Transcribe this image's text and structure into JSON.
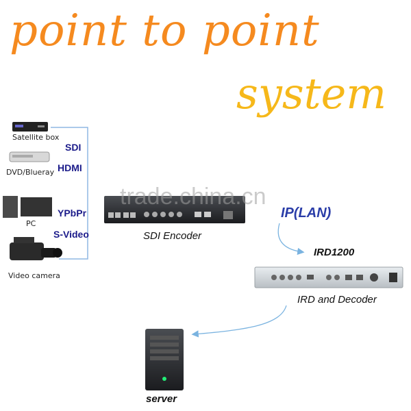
{
  "title": {
    "line1": "point to point",
    "line2": "system"
  },
  "sources": {
    "satellite": "Satellite box",
    "dvd": "DVD/Blueray",
    "pc": "PC",
    "camera": "Video camera"
  },
  "signals": [
    "SDI",
    "HDMI",
    "YPbPr",
    "S-Video"
  ],
  "devices": {
    "encoder": "SDI Encoder",
    "ird_model": "IRD1200",
    "ird": "IRD and Decoder",
    "server": "server"
  },
  "network": "IP(LAN)",
  "watermark": "trade.china.cn",
  "colors": {
    "title1": "#f58a1f",
    "title2": "#f6b81a",
    "signal_text": "#1b1b8a",
    "link_line": "#7ab3e0"
  }
}
